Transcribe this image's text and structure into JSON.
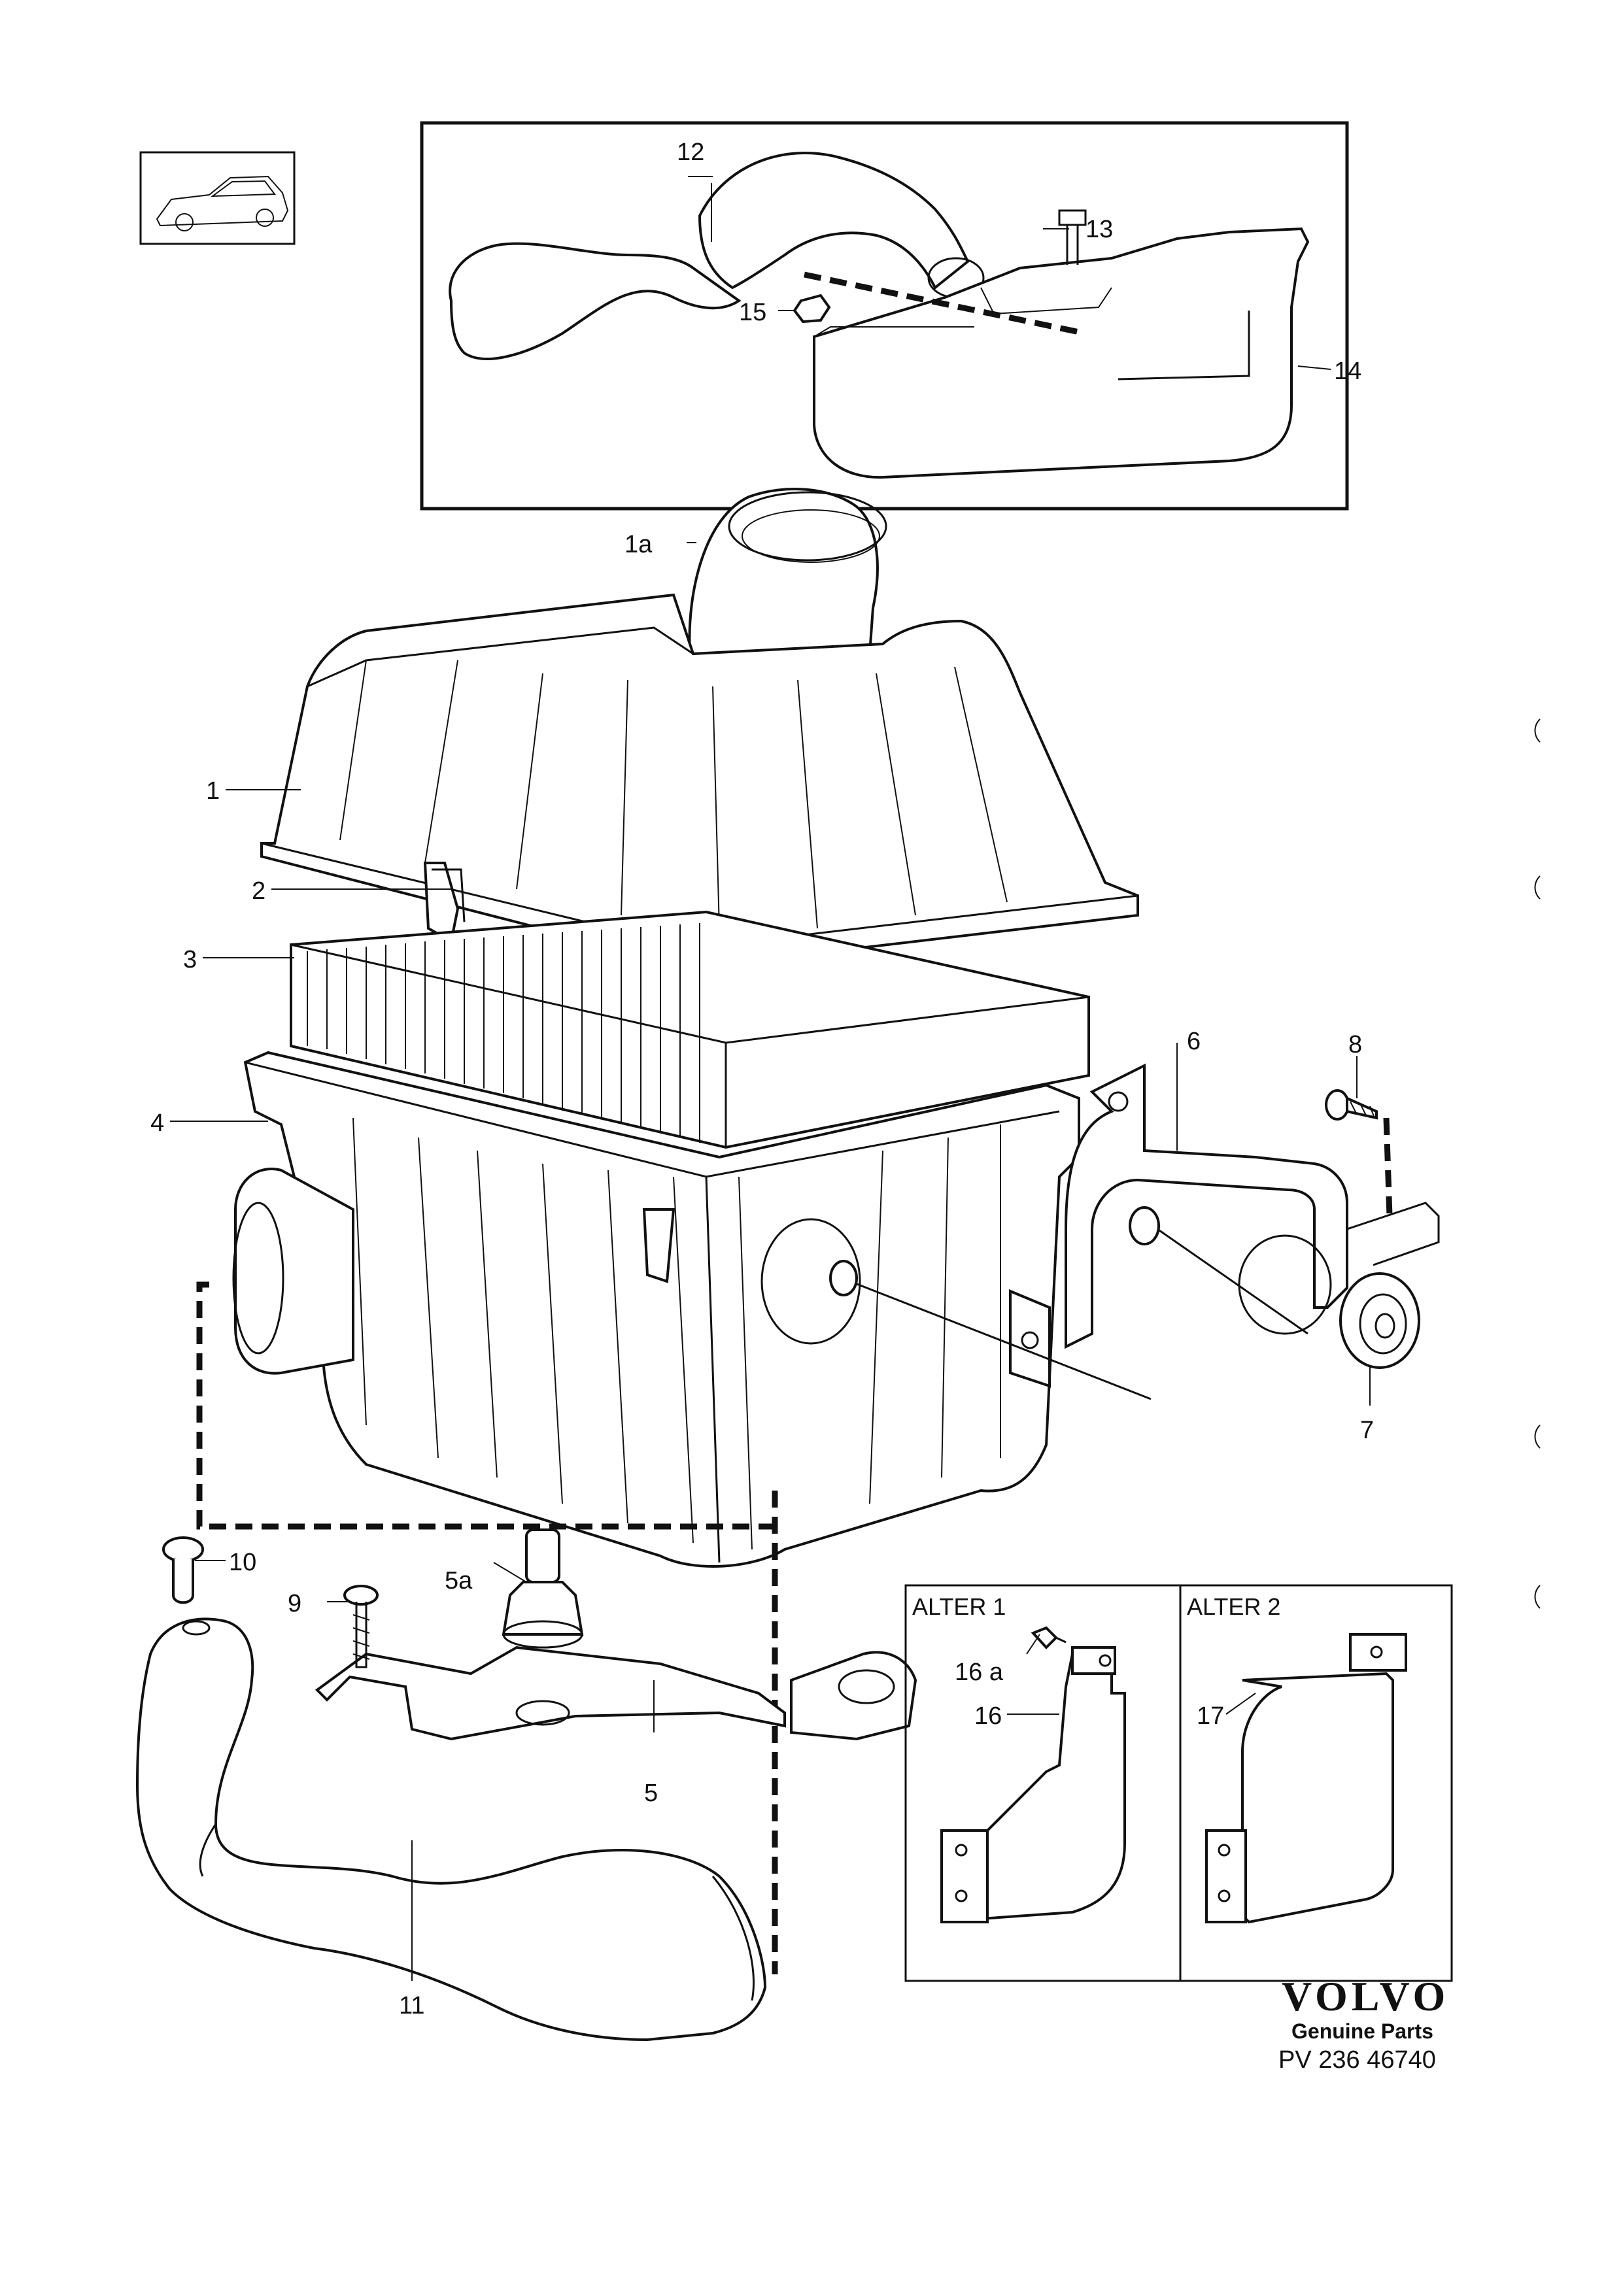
{
  "callouts": {
    "c1": "1",
    "c1a": "1a",
    "c2": "2",
    "c3": "3",
    "c4": "4",
    "c5": "5",
    "c5a": "5a",
    "c6": "6",
    "c7": "7",
    "c8": "8",
    "c9": "9",
    "c10": "10",
    "c11": "11",
    "c12": "12",
    "c13": "13",
    "c14": "14",
    "c15": "15",
    "c16": "16",
    "c16a": "16 a",
    "c17": "17"
  },
  "alternatives": {
    "alt1": "ALTER 1",
    "alt2": "ALTER 2"
  },
  "branding": {
    "brand": "VOLVO",
    "tagline": "Genuine Parts",
    "reference": "PV 236 46740"
  }
}
